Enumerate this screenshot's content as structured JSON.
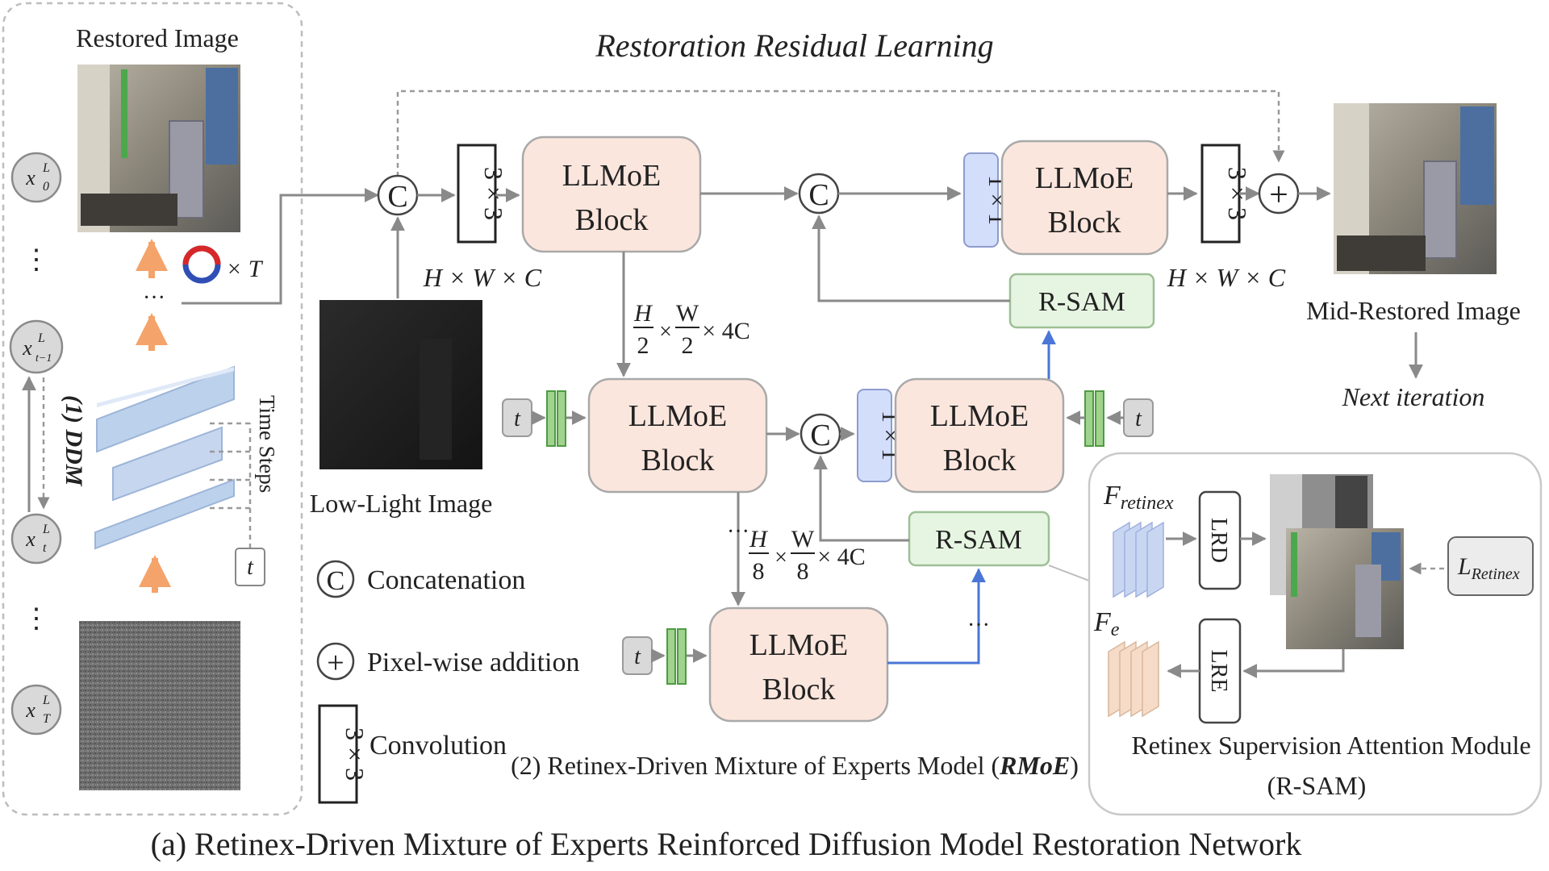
{
  "caption": "(a) Retinex-Driven Mixture of Experts Reinforced Diffusion Model Restoration Network",
  "residual_label": "Restoration Residual Learning",
  "ddm": {
    "title": "(1) DDM",
    "restored_image_label": "Restored Image",
    "time_steps_label": "Time Steps",
    "t_label": "t",
    "times_T": "× T",
    "dots": "⋮",
    "dots_h": "···",
    "x0": "x",
    "x0_sup": "L",
    "x0_sub": "0",
    "xt1": "x",
    "xt1_sup": "L",
    "xt1_sub": "t−1",
    "xt": "x",
    "xt_sup": "L",
    "xt_sub": "t",
    "xT": "x",
    "xT_sup": "L",
    "xT_sub": "T"
  },
  "rmoe": {
    "title_prefix": "(2) Retinex-Driven Mixture of Experts Model (",
    "title_bold": "RMoE",
    "title_suffix": ")",
    "llmoe_line1": "LLMoE",
    "llmoe_line2": "Block",
    "conv3": "3 × 3",
    "conv1": "1 × 1",
    "concat_symbol": "C",
    "plus_symbol": "+",
    "t_label": "t",
    "rsam_label": "R-SAM",
    "dim_full": "H × W × C",
    "dim_half_H": "H",
    "dim_half_d": "2",
    "dim_half_W": "W",
    "dim_half_tail": "× 4C",
    "dim_half_x": "×",
    "dim_eighth_H": "H",
    "dim_eighth_d": "8",
    "dim_eighth_W": "W",
    "dim_eighth_tail": "× 4C",
    "dim_eighth_x": "×",
    "dots": "···",
    "low_light_label": "Low-Light Image",
    "mid_restored_label": "Mid-Restored Image",
    "next_iteration_label": "Next iteration"
  },
  "legend": {
    "concat_symbol": "C",
    "concat_label": "Concatenation",
    "plus_symbol": "+",
    "plus_label": "Pixel-wise addition",
    "conv_symbol": "3 × 3",
    "conv_label": "Convolution"
  },
  "rsam_module": {
    "title_line1": "Retinex Supervision Attention Module",
    "title_line2": "(R-SAM)",
    "f_retinex_base": "F",
    "f_retinex_sub": "retinex",
    "f_e_base": "F",
    "f_e_sub": "e",
    "lrd": "LRD",
    "lre": "LRE",
    "loss_base": "L",
    "loss_sub": "Retinex"
  },
  "colors": {
    "block_fill": "#fbe6dd",
    "rsam_fill": "#e6f5e1",
    "conv1_fill": "#d3defb",
    "blue_arrow": "#4a76d6",
    "orange_arrow": "#f4a36a"
  }
}
